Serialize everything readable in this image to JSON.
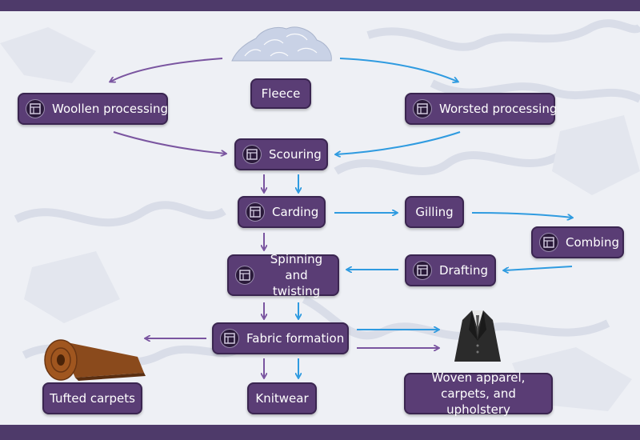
{
  "colors": {
    "header_bar": "#4e3a6a",
    "node_fill": "#5a3d75",
    "node_border": "#3a2550",
    "woollen_arrow": "#7a55a0",
    "worsted_arrow": "#2f9be0",
    "background": "#eef0f5"
  },
  "nodes": {
    "fleece": "Fleece",
    "woollen": "Woollen processing",
    "worsted": "Worsted processing",
    "scouring": "Scouring",
    "carding": "Carding",
    "gilling": "Gilling",
    "combing": "Combing",
    "drafting": "Drafting",
    "spinning": "Spinning and twisting",
    "fabric": "Fabric formation",
    "tufted": "Tufted carpets",
    "knitwear": "Knitwear",
    "woven": "Woven apparel, carpets, and upholstery"
  },
  "icons": {
    "process": "machine-icon",
    "fleece": "fleece-pile-icon",
    "carpet": "carpet-roll-icon",
    "suit": "suit-jacket-icon"
  }
}
